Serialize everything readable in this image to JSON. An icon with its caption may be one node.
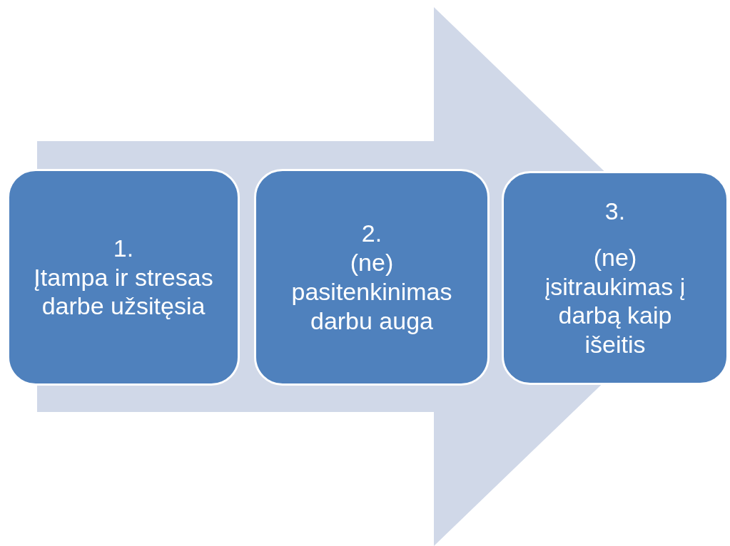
{
  "diagram": {
    "nodes": [
      {
        "text": [
          "1.",
          "Įtampa ir stresas darbe užsitęsia"
        ]
      },
      {
        "text": [
          "2.",
          "(ne) pasitenkinimas darbu auga"
        ]
      },
      {
        "text": [
          "3.",
          "(ne) įsitraukimas į darbą kaip išeitis"
        ]
      }
    ],
    "edges": [
      {
        "from": 0,
        "to": 2,
        "arrow": "to"
      }
    ]
  }
}
